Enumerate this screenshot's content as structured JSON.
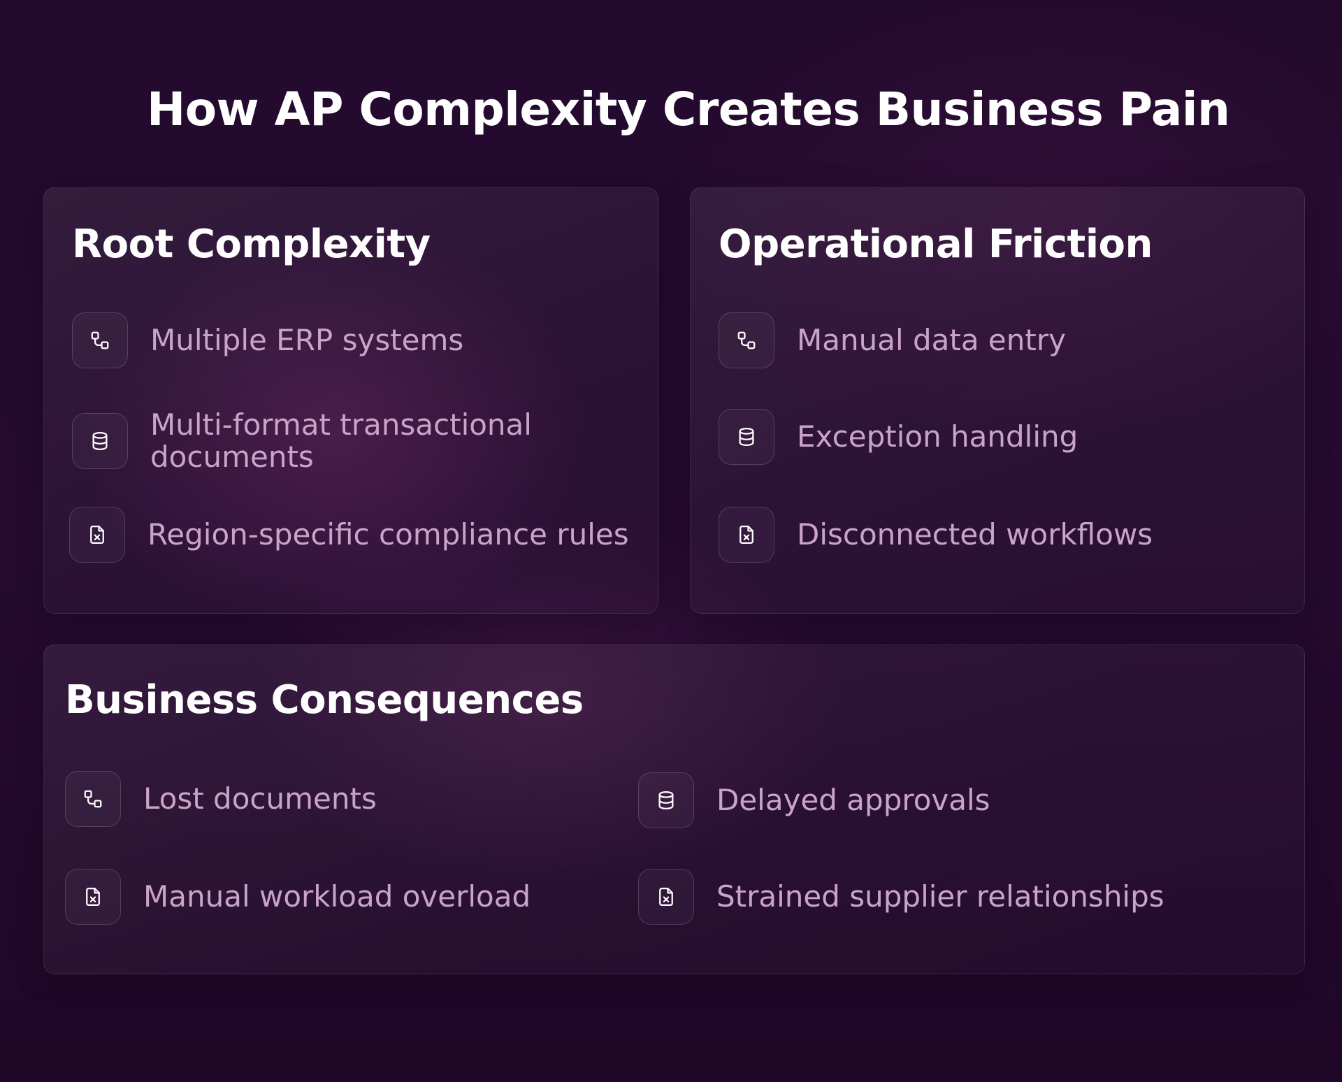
{
  "page": {
    "title": "How AP Complexity Creates Business Pain"
  },
  "colors": {
    "background": "#240a2e",
    "title": "#ffffff",
    "item_text": "#caa3c8",
    "icon_stroke": "#ffffff"
  },
  "cards": {
    "root": {
      "title": "Root Complexity",
      "items": [
        {
          "label": "Multiple ERP systems",
          "icon": "workflow-icon"
        },
        {
          "label": "Multi-format transactional documents",
          "icon": "database-icon"
        },
        {
          "label": "Region-specific compliance rules",
          "icon": "file-x-icon"
        }
      ]
    },
    "operational": {
      "title": "Operational Friction",
      "items": [
        {
          "label": "Manual data entry",
          "icon": "workflow-icon"
        },
        {
          "label": "Exception handling",
          "icon": "database-icon"
        },
        {
          "label": "Disconnected workflows",
          "icon": "file-x-icon"
        }
      ]
    },
    "business": {
      "title": "Business Consequences",
      "items": [
        {
          "label": "Lost documents",
          "icon": "workflow-icon"
        },
        {
          "label": "Delayed approvals",
          "icon": "database-icon"
        },
        {
          "label": "Manual workload overload",
          "icon": "file-x-icon"
        },
        {
          "label": "Strained supplier relationships",
          "icon": "file-x-icon"
        }
      ]
    }
  }
}
